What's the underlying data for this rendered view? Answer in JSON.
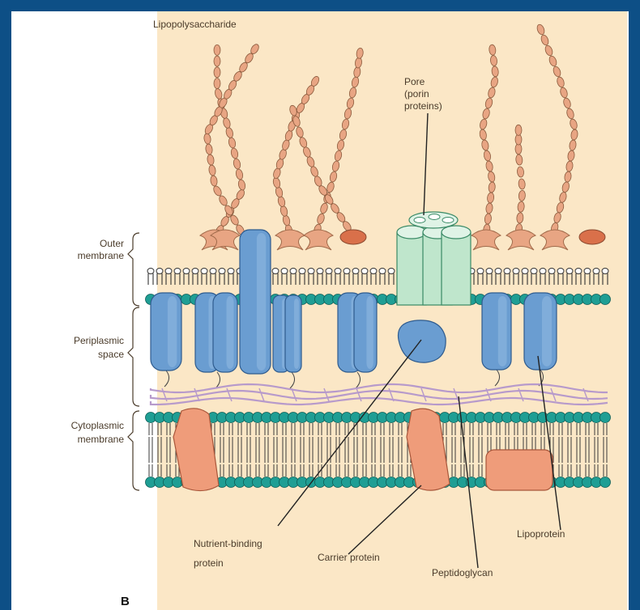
{
  "panel_letter": "B",
  "labels": {
    "lps": "Lipopolysaccharide",
    "pore": [
      "Pore",
      "(porin",
      "proteins)"
    ],
    "outer_membrane": [
      "Outer",
      "membrane"
    ],
    "periplasmic_space": [
      "Periplasmic",
      "space"
    ],
    "cytoplasmic_membrane": [
      "Cytoplasmic",
      "membrane"
    ],
    "nutrient_binding": [
      "Nutrient-binding",
      "protein"
    ],
    "carrier": "Carrier protein",
    "peptidoglycan": "Peptidoglycan",
    "lipoprotein": "Lipoprotein"
  },
  "colors": {
    "frame": "#0d4f86",
    "background": "#fbe7c6",
    "lps_sugar": "#e8a583",
    "head_teal": "#1f9e94",
    "protein_blue": "#6a9dd1",
    "porin_green": "#bfe6cc",
    "carrier_salmon": "#ef9c7a",
    "peptidoglycan": "#b79acb"
  }
}
